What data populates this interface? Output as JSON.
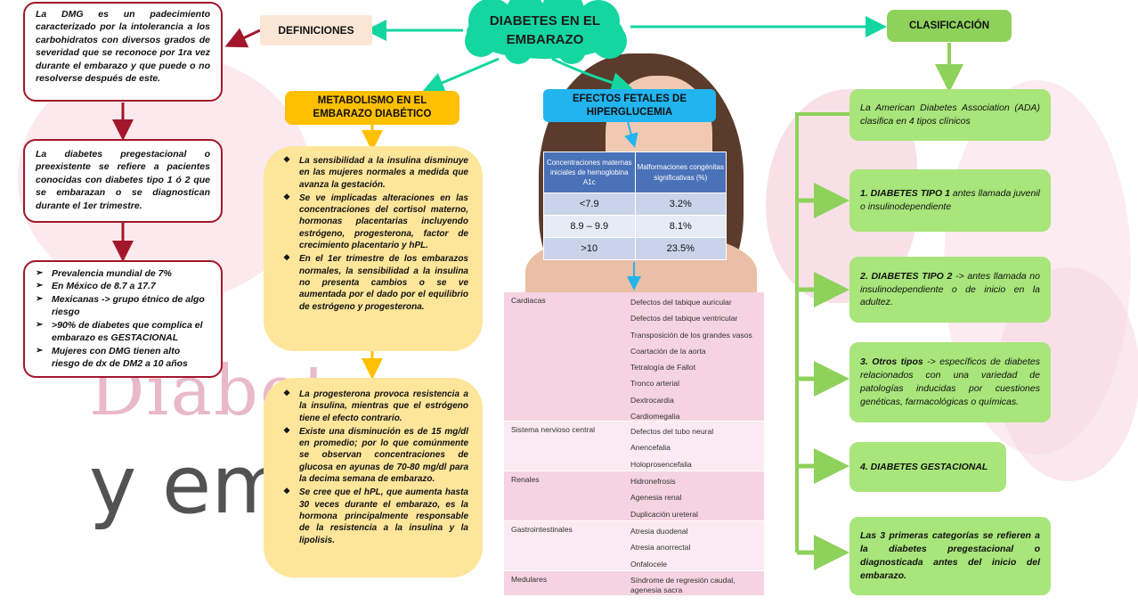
{
  "title": "DIABETES EN EL EMBARAZO",
  "watermark": {
    "line1": "Diabet",
    "line2": "y emba"
  },
  "definiciones": {
    "header": "DEFINICIONES",
    "box1": "La DMG es un padecimiento caracterizado por la intolerancia a los carbohidratos con diversos grados de severidad que se reconoce por 1ra vez durante el embarazo y que puede o no resolverse después de este.",
    "box2": "La diabetes pregestacional o preexistente se refiere a pacientes conocidas con diabetes tipo 1 ó 2 que se embarazan o se diagnostican durante el 1er trimestre.",
    "bullets": [
      "Prevalencia mundial de 7%",
      "En México de 8.7 a 17.7",
      "Mexicanas -> grupo étnico de algo riesgo",
      ">90% de diabetes que complica el embarazo es GESTACIONAL",
      "Mujeres con DMG tienen alto riesgo de dx de DM2 a 10 años"
    ]
  },
  "metabolismo": {
    "header": "METABOLISMO EN EL EMBARAZO DIABÉTICO",
    "box1": [
      "La sensibilidad a la insulina disminuye en las mujeres normales a medida que avanza la gestación.",
      "Se ve implicadas alteraciones en las concentraciones del cortisol materno, hormonas placentarias incluyendo estrógeno, progesterona, factor de crecimiento placentario y hPL.",
      "En el 1er trimestre de los embarazos normales, la sensibilidad a la insulina no presenta cambios o se ve aumentada por el dado por el equilibrio de estrógeno y progesterona."
    ],
    "box2": [
      "La progesterona provoca resistencia a la insulina, mientras que el estrógeno tiene el efecto contrario.",
      "Existe una disminución es de 15 mg/dl en promedio; por lo que comúnmente se observan concentraciones de glucosa en ayunas de 70-80 mg/dl para la decima semana de embarazo.",
      "Se cree que el hPL, que aumenta hasta 30 veces durante el embarazo, es la hormona principalmente responsable de la resistencia a la insulina y la lipolisis."
    ]
  },
  "efectos": {
    "header": "EFECTOS FETALES DE HIPERGLUCEMIA",
    "table1": {
      "col1": "Concentraciones maternas iniciales de hemoglobina A1c",
      "col2": "Malformaciones congénitas significativas (%)",
      "rows": [
        [
          "<7.9",
          "3.2%"
        ],
        [
          "8.9 – 9.9",
          "8.1%"
        ],
        [
          ">10",
          "23.5%"
        ]
      ]
    },
    "table2": [
      {
        "cat": "Cardiacas",
        "items": [
          "Defectos del tabique auricular",
          "Defectos del tabique ventricular",
          "Transposición de los grandes vasos",
          "Coartación de la aorta",
          "Tetralogía de Fallot",
          "Tronco arterial",
          "Dextrocardia",
          "Cardiomegalia"
        ]
      },
      {
        "cat": "Sistema nervioso central",
        "items": [
          "Defectos del tubo neural",
          "Anencefalia",
          "Holoprosencefalia"
        ]
      },
      {
        "cat": "Renales",
        "items": [
          "Hidronefrosis",
          "Agenesia renal",
          "Duplicación ureteral"
        ]
      },
      {
        "cat": "Gastrointestinales",
        "items": [
          "Atresia duodenal",
          "Atresia anorrectal",
          "Onfalocele"
        ]
      },
      {
        "cat": "Medulares",
        "items": [
          "Síndrome de regresión caudal, agenesia sacra"
        ]
      }
    ]
  },
  "clasificacion": {
    "header": "CLASIFICACIÓN",
    "intro": "La American Diabetes Association (ADA) clasifica en 4 tipos clínicos",
    "tipo1_bold": "1. DIABETES TIPO 1",
    "tipo1_rest": "antes llamada juvenil o insulinodependiente",
    "tipo2_bold": "2. DIABETES TIPO 2",
    "tipo2_rest": "-> antes llamada no insulinodependiente o de inicio en la adultez.",
    "tipo3_bold": "3. Otros tipos",
    "tipo3_rest": "-> específicos de diabetes relacionados con una variedad de patologías inducidas por cuestiones genéticas, farmacológicas o químicas.",
    "tipo4": "4. DIABETES GESTACIONAL",
    "nota": "Las 3 primeras categorías se refieren a la diabetes pregestacional o diagnosticada antes del inicio del embarazo."
  },
  "colors": {
    "red": "#a2172a",
    "teal": "#14d6a0",
    "yellow": "#fde59a",
    "orange": "#ffc000",
    "blue": "#22b4ef",
    "green": "#a8e57a",
    "arrow_green": "#8ed15b"
  }
}
